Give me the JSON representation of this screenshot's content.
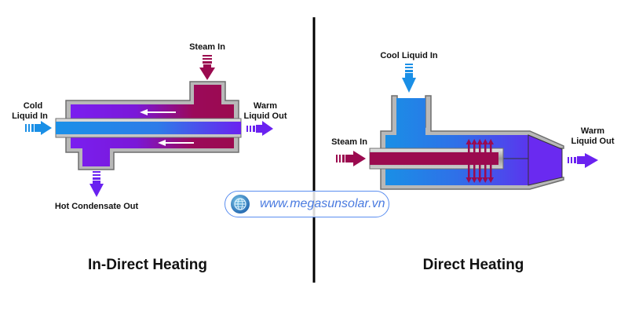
{
  "left_diagram": {
    "title": "In-Direct Heating",
    "labels": {
      "steam_in": "Steam In",
      "cold_liquid_in_1": "Cold",
      "cold_liquid_in_2": "Liquid In",
      "warm_liquid_out_1": "Warm",
      "warm_liquid_out_2": "Liquid Out",
      "hot_condensate_out": "Hot Condensate Out"
    }
  },
  "right_diagram": {
    "title": "Direct Heating",
    "labels": {
      "cool_liquid_in": "Cool Liquid In",
      "steam_in": "Steam In",
      "warm_liquid_out_1": "Warm",
      "warm_liquid_out_2": "Liquid Out"
    }
  },
  "watermark": {
    "icon": "globe-icon",
    "text": "www.megasunsolar.vn"
  },
  "colors": {
    "steam": "#9b0a4f",
    "cold": "#1a8fe6",
    "warm": "#6a22f0",
    "shell": "#8f8f8f"
  }
}
